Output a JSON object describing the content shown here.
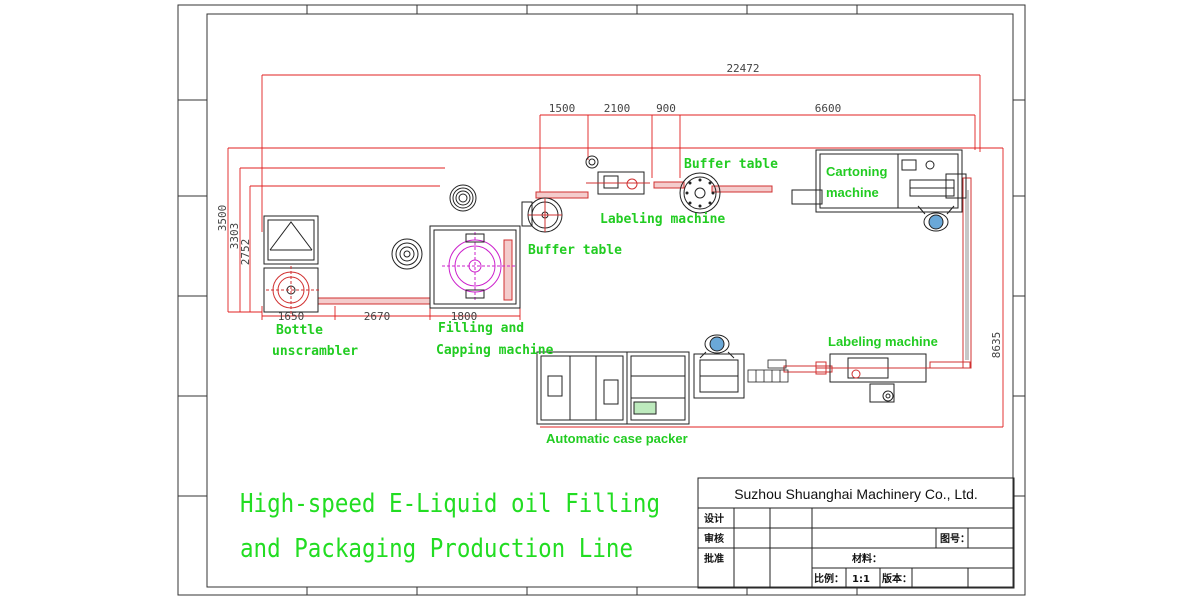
{
  "title": {
    "line1": "High-speed E-Liquid oil Filling",
    "line2": "and Packaging Production Line"
  },
  "labels": {
    "bottle_unscrambler_1": "Bottle",
    "bottle_unscrambler_2": "unscrambler",
    "filling_capping_1": "Filling and",
    "filling_capping_2": "Capping machine",
    "buffer_table_1": "Buffer table",
    "buffer_table_2": "Buffer table",
    "labeling_machine_1": "Labeling machine",
    "labeling_machine_2": "Labeling machine",
    "cartoning_1": "Cartoning",
    "cartoning_2": "machine",
    "case_packer": "Automatic case packer"
  },
  "dimensions": {
    "overall_length": "22472",
    "d1500": "1500",
    "d2100": "2100",
    "d900": "900",
    "d6600": "6600",
    "d3500": "3500",
    "d3303": "3303",
    "d2752": "2752",
    "d1650": "1650",
    "d2670": "2670",
    "d1800": "1800",
    "d8635": "8635"
  },
  "title_block": {
    "company": "Suzhou Shuanghai Machinery Co., Ltd.",
    "design": "设计",
    "review": "审核",
    "approve": "批准",
    "drawing_no": "图号：",
    "material": "材料：",
    "scale_label": "比例：",
    "scale_value": "1:1",
    "version": "版本："
  },
  "colors": {
    "dimension": "#e02020",
    "callout": "#22cc22",
    "center_mark": "#cc22cc",
    "linework": "#222222"
  }
}
